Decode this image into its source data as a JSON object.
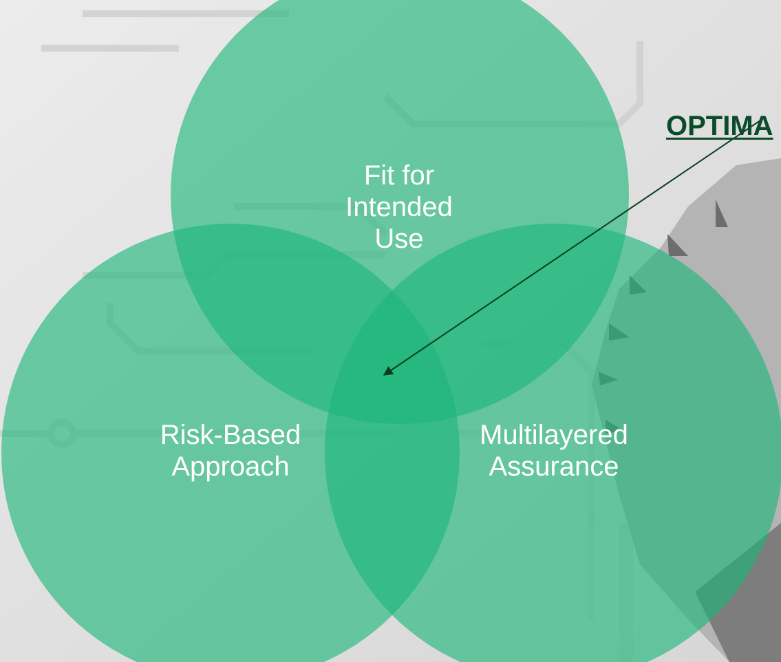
{
  "diagram": {
    "callout_text": "OPTIMA",
    "circles": [
      {
        "id": "fit",
        "lines": [
          "Fit for",
          "Intended",
          "Use"
        ]
      },
      {
        "id": "risk",
        "lines": [
          "Risk-Based",
          "Approach"
        ]
      },
      {
        "id": "multi",
        "lines": [
          "Multilayered",
          "Assurance"
        ]
      }
    ]
  },
  "colors": {
    "circle_fill": "#1cb779",
    "callout_text": "#0b4a2a",
    "arrow": "#0b3d22",
    "background": "#e7e7e7"
  }
}
